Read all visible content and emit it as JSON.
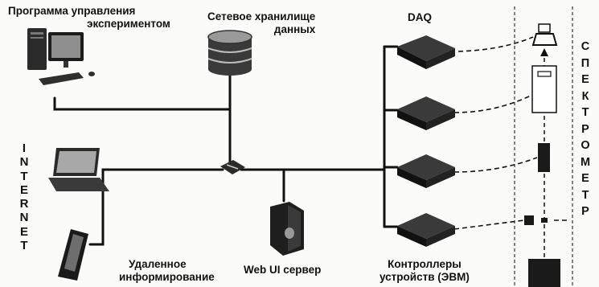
{
  "labels": {
    "program": [
      "Программа  управления",
      "экспериментом"
    ],
    "storage": [
      "Сетевое хранилище",
      "данных"
    ],
    "daq": "DAQ",
    "remote": [
      "Удаленное",
      "информирование"
    ],
    "webui": "Web UI сервер",
    "controllers": [
      "Контроллеры",
      "устройств (ЭВМ)"
    ]
  },
  "side_labels": {
    "internet": [
      "I",
      "N",
      "T",
      "E",
      "R",
      "N",
      "E",
      "T"
    ],
    "spectrometer": [
      "С",
      "П",
      "Е",
      "К",
      "Т",
      "Р",
      "О",
      "М",
      "Е",
      "Т",
      "Р"
    ]
  }
}
